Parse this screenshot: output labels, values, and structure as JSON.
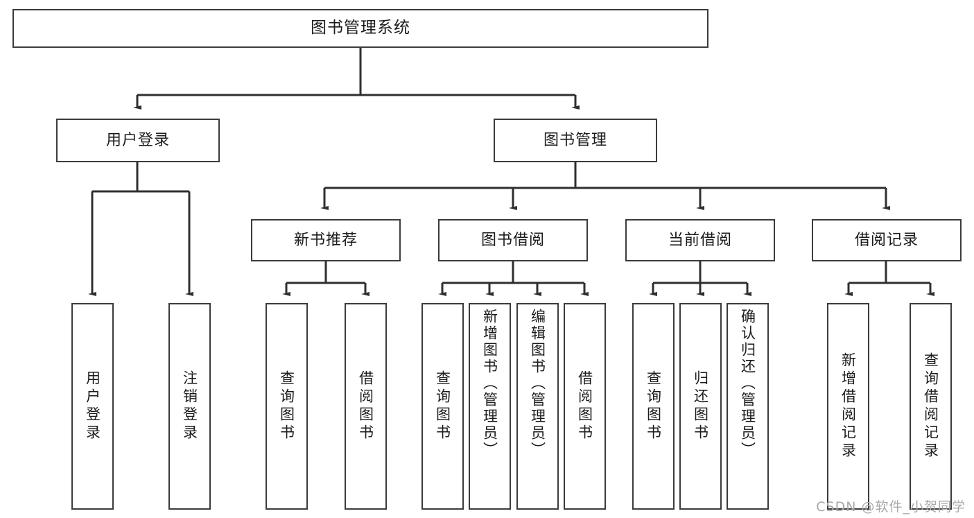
{
  "diagram": {
    "title": "图书管理系统",
    "type": "tree",
    "watermark": "CSDN @软件_小贺同学",
    "colors": {
      "box_border": "#3b3b3b",
      "box_fill": "#ffffff",
      "edge": "#2f2f2f",
      "text": "#1b1b1b",
      "watermark": "#a8a8a8",
      "background": "#ffffff"
    },
    "nodes": {
      "root": {
        "label": "图书管理系统"
      },
      "level2": [
        {
          "id": "user-login",
          "label": "用户登录"
        },
        {
          "id": "book-manage",
          "label": "图书管理"
        }
      ],
      "level3": [
        {
          "id": "new-book-rec",
          "label": "新书推荐"
        },
        {
          "id": "book-borrow",
          "label": "图书借阅"
        },
        {
          "id": "current-borrow",
          "label": "当前借阅"
        },
        {
          "id": "borrow-record",
          "label": "借阅记录"
        }
      ],
      "leaves": {
        "user_login": [
          {
            "id": "leaf-user-login",
            "label": "用户登录"
          },
          {
            "id": "leaf-user-logout",
            "label": "注销登录"
          }
        ],
        "new_book_rec": [
          {
            "id": "leaf-query-book-1",
            "label": "查询图书"
          },
          {
            "id": "leaf-borrow-book-1",
            "label": "借阅图书"
          }
        ],
        "book_borrow": [
          {
            "id": "leaf-query-book-2",
            "label": "查询图书"
          },
          {
            "id": "leaf-add-book",
            "label": "新增图书（管理员）"
          },
          {
            "id": "leaf-edit-book",
            "label": "编辑图书（管理员）"
          },
          {
            "id": "leaf-borrow-book-2",
            "label": "借阅图书"
          }
        ],
        "current_borrow": [
          {
            "id": "leaf-query-book-3",
            "label": "查询图书"
          },
          {
            "id": "leaf-return-book",
            "label": "归还图书"
          },
          {
            "id": "leaf-confirm-return",
            "label": "确认归还（管理员）"
          }
        ],
        "borrow_record": [
          {
            "id": "leaf-add-record",
            "label": "新增借阅记录"
          },
          {
            "id": "leaf-query-record",
            "label": "查询借阅记录"
          }
        ]
      }
    }
  }
}
